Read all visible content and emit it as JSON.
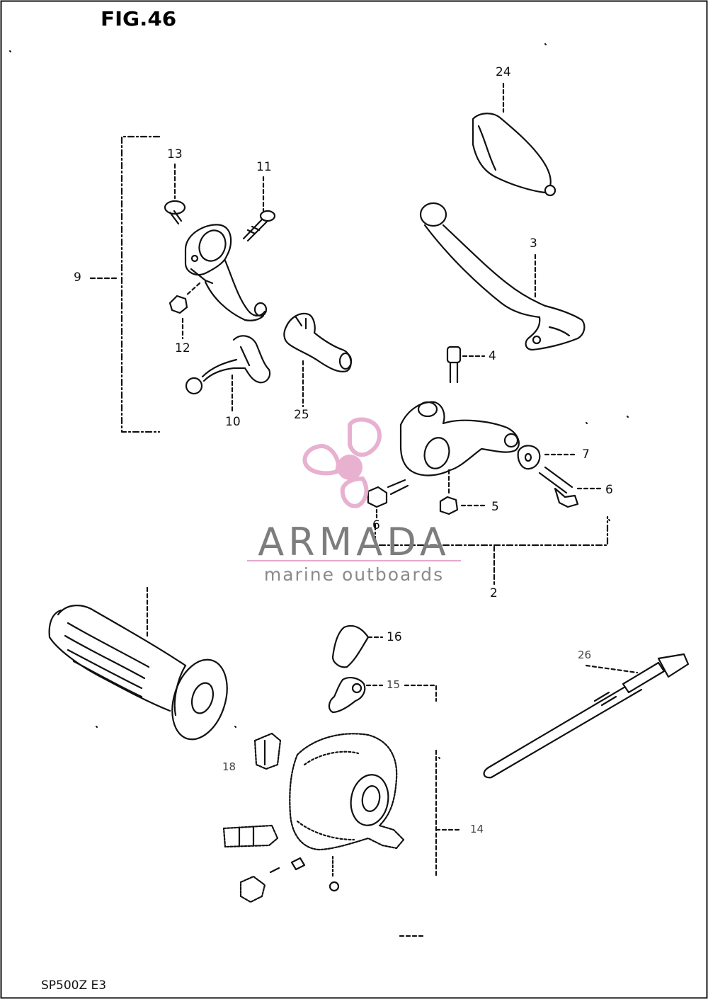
{
  "figure": {
    "title": "FIG.46",
    "code": "SP500Z E3"
  },
  "watermark": {
    "name": "ARMADA",
    "tagline": "marine outboards",
    "accent_color": "#e6a9cc",
    "text_color": "#7d7d7d",
    "logo_icon": "propeller-icon"
  },
  "callouts": {
    "c2": "2",
    "c3": "3",
    "c4": "4",
    "c5": "5",
    "c6a": "6",
    "c6b": "6",
    "c7": "7",
    "c9": "9",
    "c10": "10",
    "c11": "11",
    "c12": "12",
    "c13": "13",
    "c14": "14",
    "c15": "15",
    "c16": "16",
    "c18": "18",
    "c24": "24",
    "c25": "25",
    "c26": "26"
  }
}
